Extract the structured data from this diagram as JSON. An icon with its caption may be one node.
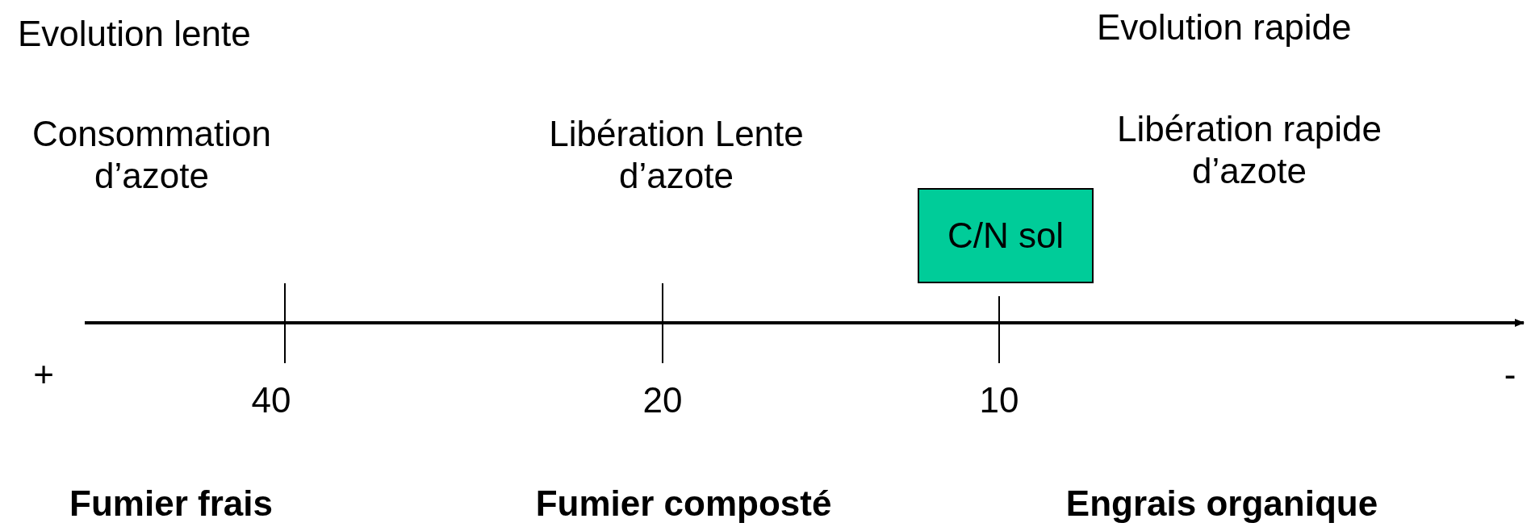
{
  "diagram": {
    "nodes": [
      {
        "text": [
          "C/N sol"
        ]
      }
    ],
    "edges": [],
    "labels": [
      "Evolution lente",
      "Evolution rapide",
      "Consommation d’azote",
      "Libération Lente d’azote",
      "Libération rapide d’azote",
      "+",
      "40",
      "20",
      "10",
      "-",
      "Fumier frais",
      "Fumier composté",
      "Engrais organique"
    ]
  }
}
